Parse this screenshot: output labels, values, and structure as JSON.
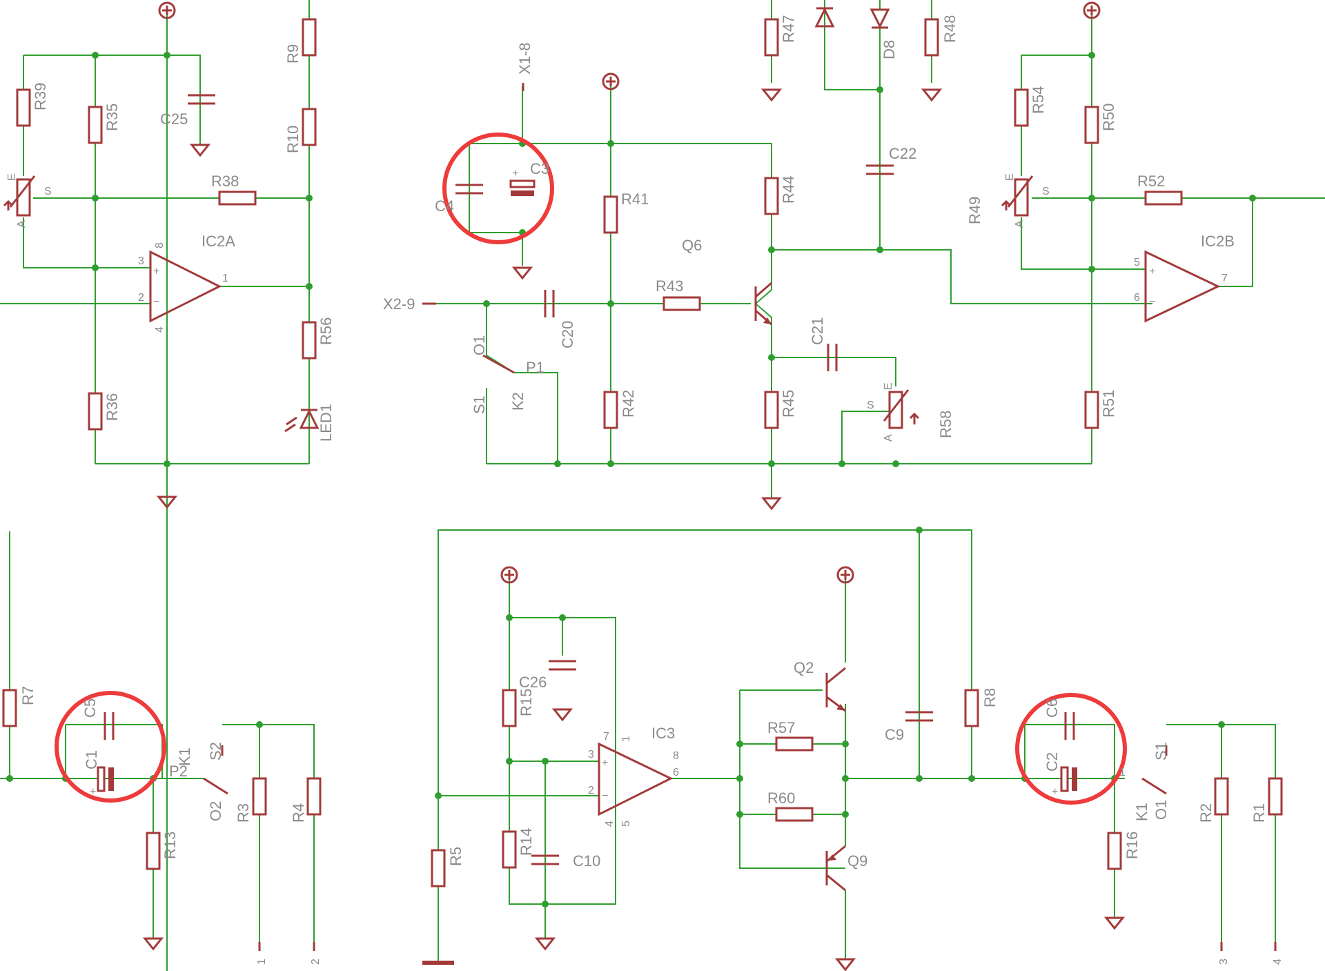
{
  "colors": {
    "wire": "#2f9e2f",
    "component": "#a33a3a",
    "label": "#8a8a8a",
    "highlight": "#ee3b3b"
  },
  "labels": {
    "R39": "R39",
    "R35": "R35",
    "C25": "C25",
    "R9": "R9",
    "R10": "R10",
    "R38": "R38",
    "IC2A": "IC2A",
    "R56": "R56",
    "LED1": "LED1",
    "R36": "R36",
    "X1_8": "X1-8",
    "C4": "C4",
    "C3": "C3",
    "R41": "R41",
    "Q6": "Q6",
    "R44": "R44",
    "R47": "R47",
    "D8": "D8",
    "R48": "R48",
    "C22": "C22",
    "X2_9": "X2-9",
    "C20": "C20",
    "R43": "R43",
    "C21": "C21",
    "O1": "O1",
    "P1": "P1",
    "S1": "S1",
    "K2": "K2",
    "R42": "R42",
    "R45": "R45",
    "R58": "R58",
    "R54": "R54",
    "R50": "R50",
    "R49": "R49",
    "R52": "R52",
    "IC2B": "IC2B",
    "R51": "R51",
    "R7": "R7",
    "C5": "C5",
    "C1": "C1",
    "K1": "K1",
    "P2": "P2",
    "S2": "S2",
    "O2": "O2",
    "R13": "R13",
    "R3": "R3",
    "R4": "R4",
    "C26": "C26",
    "R15": "R15",
    "IC3": "IC3",
    "R14": "R14",
    "C10": "C10",
    "R5": "R5",
    "Q2": "Q2",
    "R57": "R57",
    "R60": "R60",
    "Q9": "Q9",
    "C9": "C9",
    "R8": "R8",
    "C6": "C6",
    "C2": "C2",
    "R16": "R16",
    "R2": "R2",
    "R1": "R1"
  },
  "pins": {
    "E": "E",
    "S": "S",
    "A": "A",
    "p1": "1",
    "p2": "2",
    "p3": "3",
    "p4": "4",
    "p5": "5",
    "p6": "6",
    "p7": "7",
    "p8": "8",
    "plus": "+",
    "minus": "−",
    "t1": "1",
    "t2": "2",
    "t3": "3",
    "t4": "4"
  }
}
